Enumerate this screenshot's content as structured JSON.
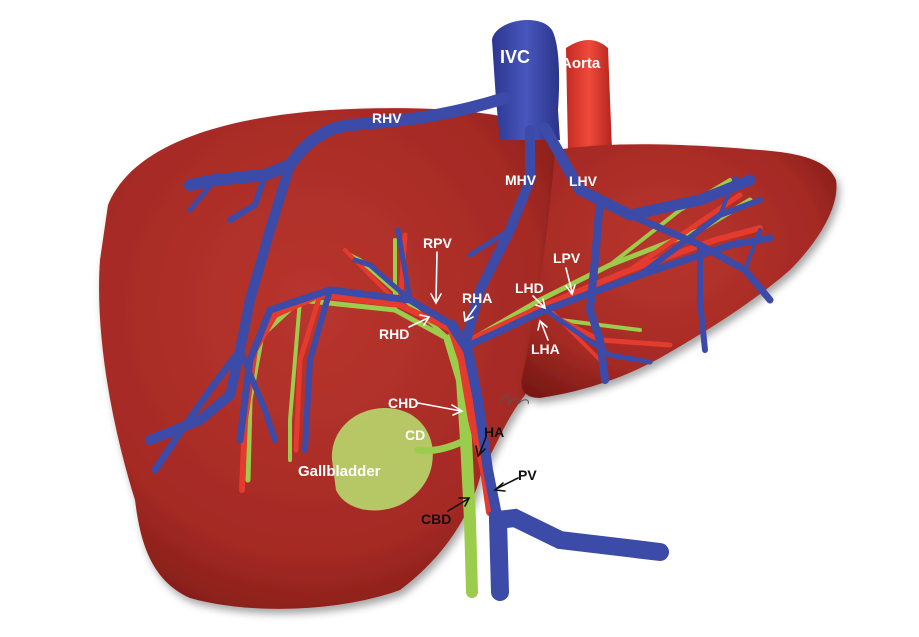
{
  "labels": {
    "ivc": "IVC",
    "aorta": "Aorta",
    "rhv": "RHV",
    "mhv": "MHV",
    "lhv": "LHV",
    "rpv": "RPV",
    "lpv": "LPV",
    "rha": "RHA",
    "lhd": "LHD",
    "rhd": "RHD",
    "lha": "LHA",
    "chd": "CHD",
    "cd": "CD",
    "ha": "HA",
    "pv": "PV",
    "cbd": "CBD",
    "gallbladder": "Gallbladder"
  },
  "colors": {
    "liver": "#b0302a",
    "liver_dark": "#7d1c18",
    "vein": "#3c4aa8",
    "artery": "#e0362c",
    "bile": "#9ccc4c",
    "gallbladder": "#b4d46a"
  }
}
